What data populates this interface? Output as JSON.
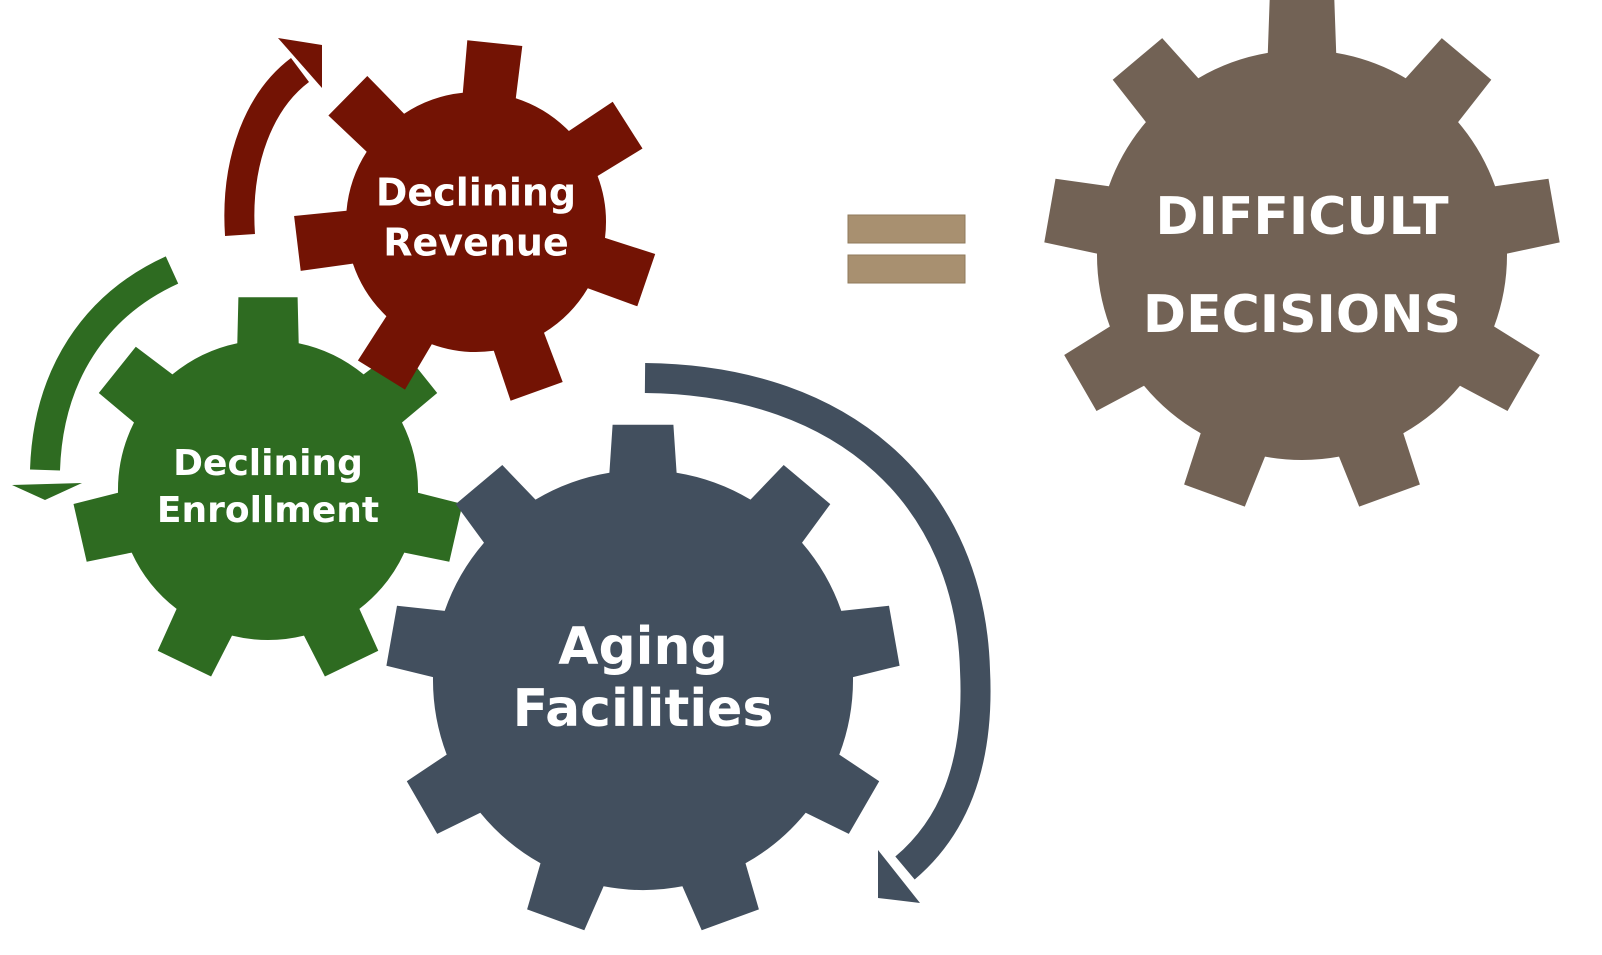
{
  "gears": {
    "revenue": {
      "line1": "Declining",
      "line2": "Revenue",
      "color": "#731304"
    },
    "enrollment": {
      "line1": "Declining",
      "line2": "Enrollment",
      "color": "#2e6b21"
    },
    "facilities": {
      "line1": "Aging",
      "line2": "Facilities",
      "color": "#424f5e"
    },
    "decisions": {
      "line1": "DIFFICULT",
      "line2": "DECISIONS",
      "color": "#726255"
    }
  },
  "arrows": {
    "revenue_color": "#731304",
    "enrollment_color": "#2e6b21",
    "facilities_color": "#424f5e"
  },
  "equals_sign": {
    "color": "#a89070"
  }
}
